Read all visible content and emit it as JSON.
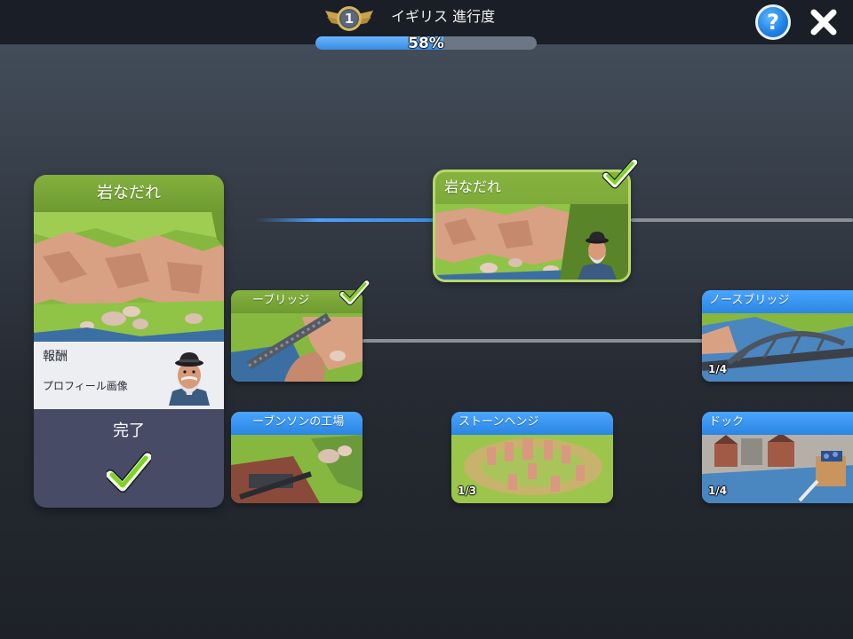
{
  "header": {
    "level": "1",
    "title": "イギリス 進行度",
    "progress_text": "58%",
    "progress_fraction": 0.58,
    "help_icon": "?",
    "close_icon": "close-icon"
  },
  "detail": {
    "title": "岩なだれ",
    "reward_heading": "報酬",
    "reward_name": "プロフィール画像",
    "status": "完了",
    "status_icon": "checkmark-icon"
  },
  "nodes": {
    "rockslide": {
      "label": "岩なだれ",
      "completed": true
    },
    "bridge": {
      "label": "ーブリッジ",
      "completed": true
    },
    "north_bridge": {
      "label": "ノースブリッジ",
      "count": "1/4"
    },
    "factory": {
      "label": "ーブンソンの工場"
    },
    "stonehenge": {
      "label": "ストーンヘンジ",
      "count": "1/3"
    },
    "dock": {
      "label": "ドック",
      "count": "1/4"
    }
  },
  "colors": {
    "accent_blue": "#2b86e2",
    "accent_green": "#6e9a30",
    "check_green": "#7ed321",
    "panel_dark": "#484b66"
  }
}
